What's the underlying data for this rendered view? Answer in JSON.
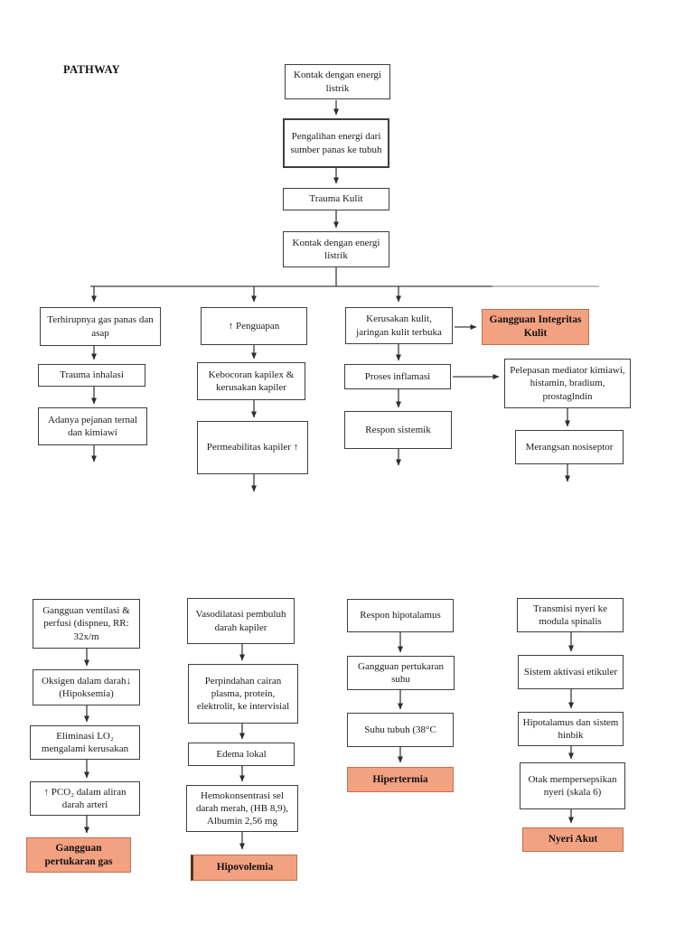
{
  "title": "PATHWAY",
  "colors": {
    "highlight_fill": "#F2A181",
    "highlight_border": "#C0714E",
    "line": "#3d3d3d"
  },
  "top_chain": [
    "Kontak dengan energi listrik",
    "Pengalihan energi dari sumber panas ke tubuh",
    "Trauma Kulit",
    "Kontak dengan energi listrik"
  ],
  "upper": {
    "col1": [
      "Terhirupnya gas panas dan asap",
      "Trauma inhalasi",
      "Adanya pejanan ternal dan kimiawi"
    ],
    "col2": [
      "↑ Penguapan",
      "Kebocoran kapilex & kerusakan kapiler",
      "Permeabilitas kapiler ↑"
    ],
    "col3": [
      "Kerusakan kulit, jaringan kulit terbuka",
      "Proses inflamasi",
      "Respon sistemik"
    ],
    "outcome_integritas": "Gangguan Integritas Kulit",
    "mediator": "Pelepasan mediator kimiawi, histamin, bradium, prostaglndin",
    "nosiseptor": "Merangsan nosiseptor"
  },
  "lower": {
    "col1": {
      "steps": [
        "Gangguan ventilasi & perfusi (dispneu, RR: 32x/m",
        "Oksigen dalam darah↓ (Hipoksemia)",
        "Eliminasi LO₂ mengalami kerusakan",
        "↑ PCO₂ dalam aliran darah arteri"
      ],
      "outcome": "Gangguan pertukaran gas"
    },
    "col2": {
      "steps": [
        "Vasodilatasi pembuluh darah kapiler",
        "Perpindahan cairan plasma, protein, elektrolit, ke intervisial",
        "Edema lokal",
        "Hemokonsentrasi sel darah merah, (HB 8,9), Albumin 2,56 mg"
      ],
      "outcome": "Hipovolemia"
    },
    "col3": {
      "steps": [
        "Respon hipotalamus",
        "Gangguan pertukaran suhu",
        "Suhu tubuh (38°C"
      ],
      "outcome": "Hipertermia"
    },
    "col4": {
      "steps": [
        "Transmisi nyeri ke modula spinalis",
        "Sistem aktivasi etikuler",
        "Hipotalamus dan sistem hinbik",
        "Otak mempersepsikan nyeri (skala 6)"
      ],
      "outcome": "Nyeri Akut"
    }
  }
}
